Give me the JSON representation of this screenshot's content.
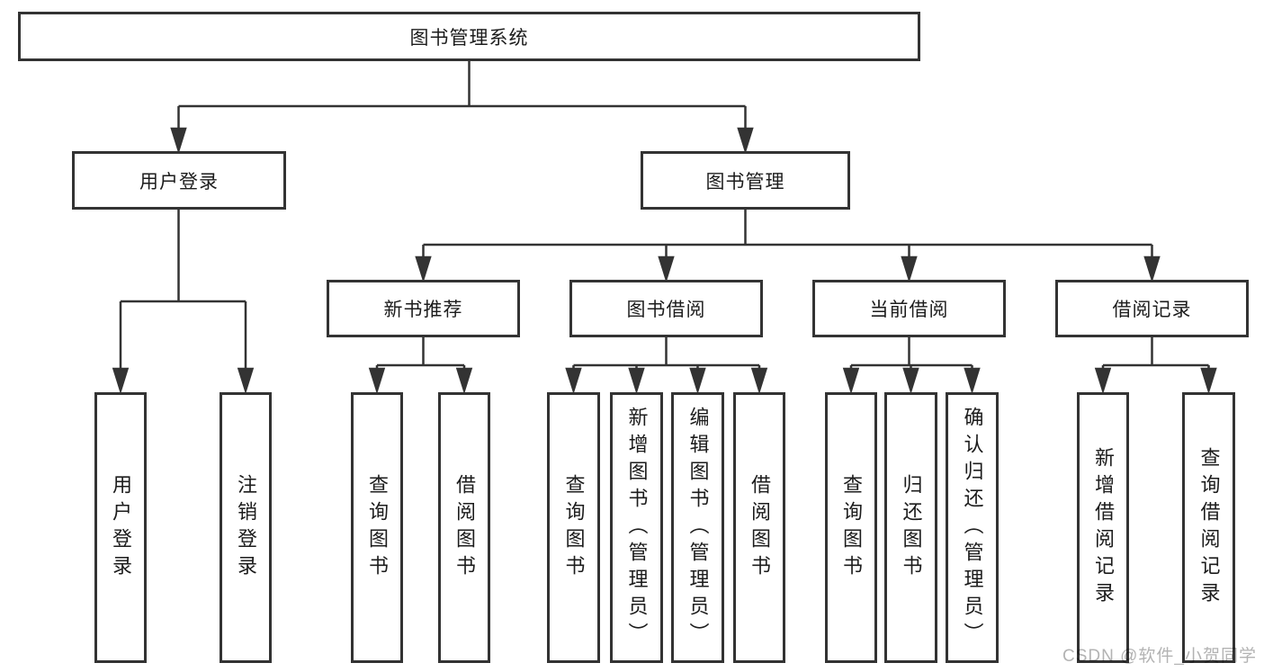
{
  "tree": {
    "root": {
      "label": "图书管理系统"
    },
    "children": [
      {
        "label": "用户登录",
        "children": [
          {
            "label": "用户登录"
          },
          {
            "label": "注销登录"
          }
        ]
      },
      {
        "label": "图书管理",
        "children": [
          {
            "label": "新书推荐",
            "children": [
              {
                "label": "查询图书"
              },
              {
                "label": "借阅图书"
              }
            ]
          },
          {
            "label": "图书借阅",
            "children": [
              {
                "label": "查询图书"
              },
              {
                "label": "新增图书（管理员）"
              },
              {
                "label": "编辑图书（管理员）"
              },
              {
                "label": "借阅图书"
              }
            ]
          },
          {
            "label": "当前借阅",
            "children": [
              {
                "label": "查询图书"
              },
              {
                "label": "归还图书"
              },
              {
                "label": "确认归还（管理员）"
              }
            ]
          },
          {
            "label": "借阅记录",
            "children": [
              {
                "label": "新增借阅记录"
              },
              {
                "label": "查询借阅记录"
              }
            ]
          }
        ]
      }
    ]
  },
  "watermark": {
    "text": "CSDN @软件_小贺同学"
  },
  "colors": {
    "line": "#333333",
    "box_border": "#333333",
    "box_fill": "#ffffff",
    "text": "#1c1c1c",
    "watermark": "#b3b3b3",
    "background": "#ffffff"
  }
}
